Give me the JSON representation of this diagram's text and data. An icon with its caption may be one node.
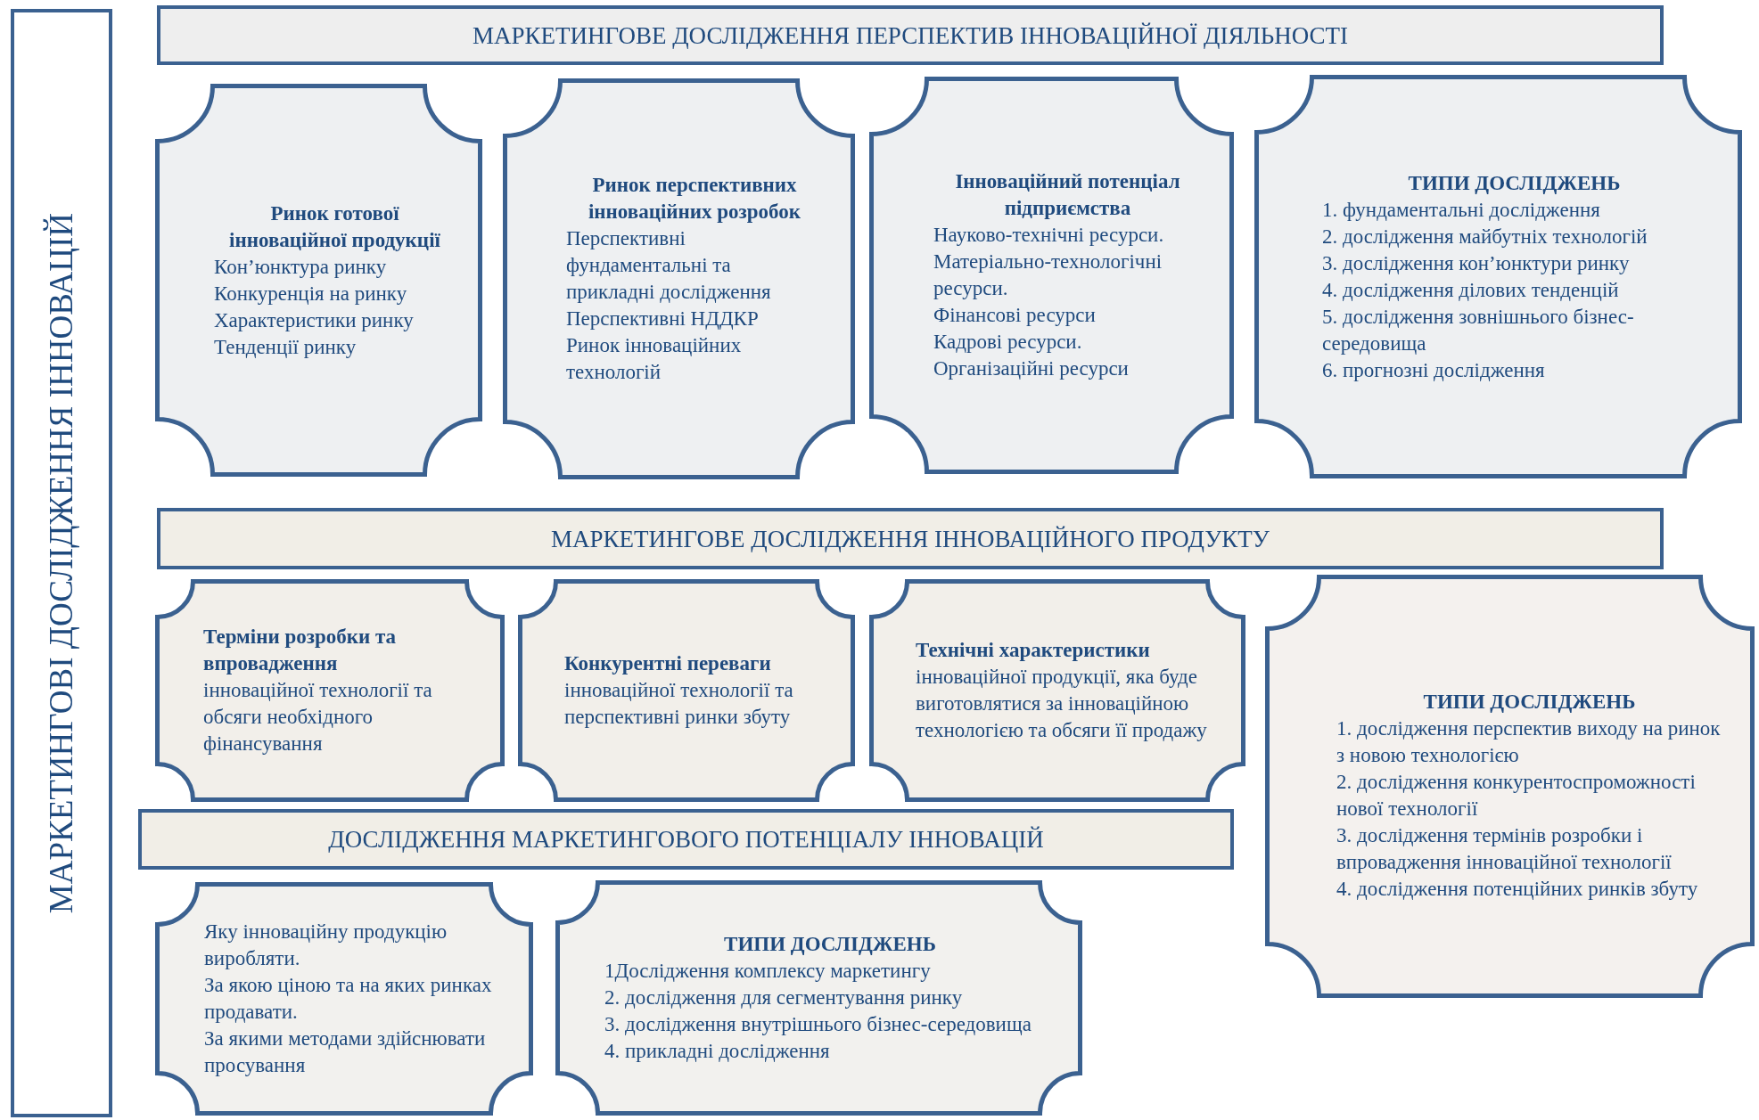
{
  "diagram": {
    "nodes": [
      {
        "text": [
          "МАРКЕТИНГОВІ ДОСЛІДЖЕННЯ ІННОВАЦІЙ"
        ]
      },
      {
        "text": [
          "МАРКЕТИНГОВЕ ДОСЛІДЖЕННЯ ПЕРСПЕКТИВ ІННОВАЦІЙНОЇ ДІЯЛЬНОСТІ"
        ]
      },
      {
        "text": [
          "Ринок готової інноваційної продукції",
          "Кон’юнктура ринку",
          "Конкуренція на ринку",
          "Характеристики ринку",
          "Тенденції ринку"
        ]
      },
      {
        "text": [
          "Ринок перспективних інноваційних розробок",
          "Перспективні фундаментальні та прикладні дослідження",
          "Перспективні НДДКР",
          "Ринок інноваційних технологій"
        ]
      },
      {
        "text": [
          "Інноваційний потенціал підприємства",
          "Науково-технічні ресурси.",
          "Матеріально-технологічні ресурси.",
          "Фінансові ресурси",
          "Кадрові ресурси.",
          "Організаційні ресурси"
        ]
      },
      {
        "text": [
          "ТИПИ ДОСЛІДЖЕНЬ",
          "1. фундаментальні дослідження",
          "2. дослідження майбутніх технологій",
          "3. дослідження кон’юнктури ринку",
          "4. дослідження ділових тенденцій",
          "5. дослідження зовнішнього бізнес-середовища",
          "6. прогнозні дослідження"
        ]
      },
      {
        "text": [
          "МАРКЕТИНГОВЕ ДОСЛІДЖЕННЯ ІННОВАЦІЙНОГО ПРОДУКТУ"
        ]
      },
      {
        "text": [
          "Терміни розробки та впровадження",
          "інноваційної технології та обсяги необхідного фінансування"
        ]
      },
      {
        "text": [
          "Конкурентні переваги",
          "інноваційної технології та перспективні ринки збуту"
        ]
      },
      {
        "text": [
          "Технічні характеристики",
          "інноваційної продукції, яка буде виготовлятися за інноваційною технологією та обсяги її продажу"
        ]
      },
      {
        "text": [
          "ТИПИ ДОСЛІДЖЕНЬ",
          "1. дослідження перспектив виходу на ринок з новою технологією",
          "2. дослідження конкурентоспроможності нової технології",
          "3. дослідження термінів розробки і впровадження інноваційної технології",
          "4. дослідження потенційних ринків збуту"
        ]
      },
      {
        "text": [
          "ДОСЛІДЖЕННЯ МАРКЕТИНГОВОГО ПОТЕНЦІАЛУ ІННОВАЦІЙ"
        ]
      },
      {
        "text": [
          "Яку інноваційну продукцію виробляти.",
          "За якою ціною та на яких ринках продавати.",
          "За якими методами здійснювати просування"
        ]
      },
      {
        "text": [
          "ТИПИ ДОСЛІДЖЕНЬ",
          "1Дослідження комплексу маркетингу",
          "2. дослідження для сегментування ринку",
          "3. дослідження внутрішнього бізнес-середовища",
          "4. прикладні дослідження"
        ]
      }
    ]
  }
}
